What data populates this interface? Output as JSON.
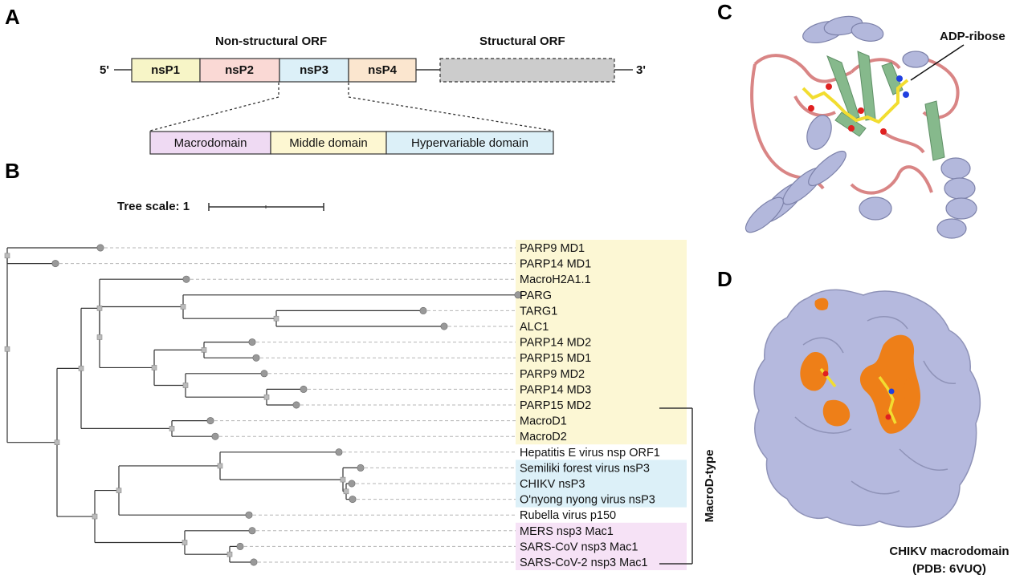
{
  "panels": {
    "a": "A",
    "b": "B",
    "c": "C",
    "d": "D"
  },
  "genome": {
    "five_prime": "5'",
    "three_prime": "3'",
    "nonstructural_label": "Non-structural ORF",
    "structural_label": "Structural ORF",
    "segments": [
      {
        "label": "nsP1",
        "color": "#f7f5c7"
      },
      {
        "label": "nsP2",
        "color": "#fad9d5"
      },
      {
        "label": "nsP3",
        "color": "#dcf0f8"
      },
      {
        "label": "nsP4",
        "color": "#fbe6cf"
      }
    ],
    "structural_color": "#cccccc"
  },
  "nsp3_domains": [
    {
      "label": "Macrodomain",
      "color": "#efdaf3",
      "text_color": "#d42020"
    },
    {
      "label": "Middle domain",
      "color": "#fdf7d2",
      "text_color": "#111111"
    },
    {
      "label": "Hypervariable domain",
      "color": "#dcf0f8",
      "text_color": "#111111"
    }
  ],
  "tree": {
    "scale_label": "Tree scale: 1",
    "leaves": [
      {
        "label": "PARP9 MD1",
        "highlight": "#fcf7d4"
      },
      {
        "label": "PARP14 MD1",
        "highlight": "#fcf7d4"
      },
      {
        "label": "MacroH2A1.1",
        "highlight": "#fcf7d4"
      },
      {
        "label": "PARG",
        "highlight": "#fcf7d4"
      },
      {
        "label": "TARG1",
        "highlight": "#fcf7d4"
      },
      {
        "label": "ALC1",
        "highlight": "#fcf7d4"
      },
      {
        "label": "PARP14 MD2",
        "highlight": "#fcf7d4"
      },
      {
        "label": "PARP15 MD1",
        "highlight": "#fcf7d4"
      },
      {
        "label": "PARP9 MD2",
        "highlight": "#fcf7d4"
      },
      {
        "label": "PARP14 MD3",
        "highlight": "#fcf7d4"
      },
      {
        "label": "PARP15 MD2",
        "highlight": "#fcf7d4"
      },
      {
        "label": "MacroD1",
        "highlight": "#fcf7d4"
      },
      {
        "label": "MacroD2",
        "highlight": "#fcf7d4"
      },
      {
        "label": "Hepatitis E virus nsp ORF1",
        "highlight": ""
      },
      {
        "label": "Semiliki forest virus nsP3",
        "highlight": "#dcf0f8"
      },
      {
        "label": "CHIKV nsP3",
        "highlight": "#dcf0f8",
        "text_color": "#e02020"
      },
      {
        "label": "O'nyong nyong virus nsP3",
        "highlight": "#dcf0f8"
      },
      {
        "label": "Rubella virus p150",
        "highlight": ""
      },
      {
        "label": "MERS nsp3 Mac1",
        "highlight": "#f6e2f6"
      },
      {
        "label": "SARS-CoV nsp3 Mac1",
        "highlight": "#f6e2f6"
      },
      {
        "label": "SARS-CoV-2 nsp3 Mac1",
        "highlight": "#f6e2f6"
      }
    ],
    "bracket_label": "MacroD-type"
  },
  "structure": {
    "ligand_label": "ADP-ribose",
    "caption_line1": "CHIKV macrodomain",
    "caption_line2": "(PDB: 6VUQ)"
  },
  "colors": {
    "helix": "#b3b8dc",
    "helix_edge": "#7d82aa",
    "loop": "#d98585",
    "sheet": "#86b98c",
    "ligand": "#f2dd30",
    "surface": "#b5b9de",
    "surface_edge": "#8f93b8",
    "hotspot": "#ee7f18"
  }
}
